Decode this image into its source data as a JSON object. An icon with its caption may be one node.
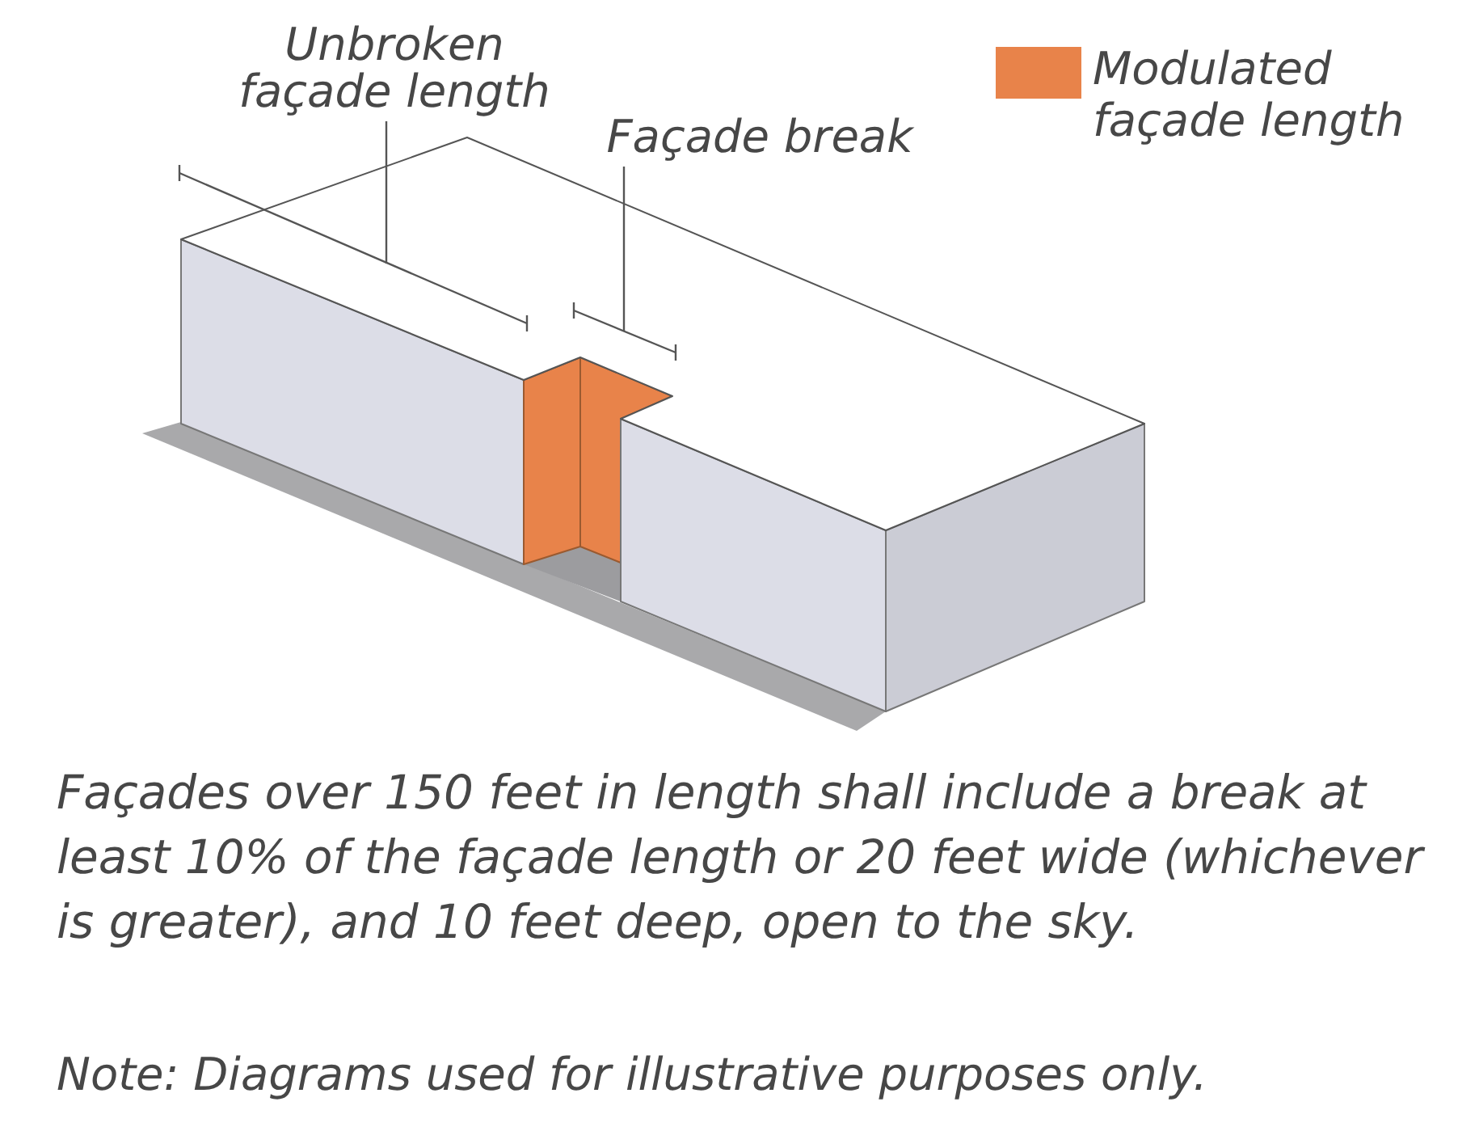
{
  "diagram": {
    "nodes": [
      {
        "text": [
          "Unbroken façade length"
        ]
      },
      {
        "text": [
          "Façade break"
        ]
      }
    ],
    "edges": [
      {
        "from": 0,
        "to": null,
        "arrow": "none"
      },
      {
        "from": 1,
        "to": null,
        "arrow": "none"
      }
    ],
    "legend": [
      {
        "text": "Modulated façade length",
        "color": "#e8834a"
      }
    ],
    "caption": "Façades over 150 feet in length shall include a break at least 10% of the façade length or 20 feet wide (whichever is greater), and 10 feet deep, open to the sky.",
    "labels": [
      "Note: Diagrams used for illustrative purposes only."
    ]
  }
}
